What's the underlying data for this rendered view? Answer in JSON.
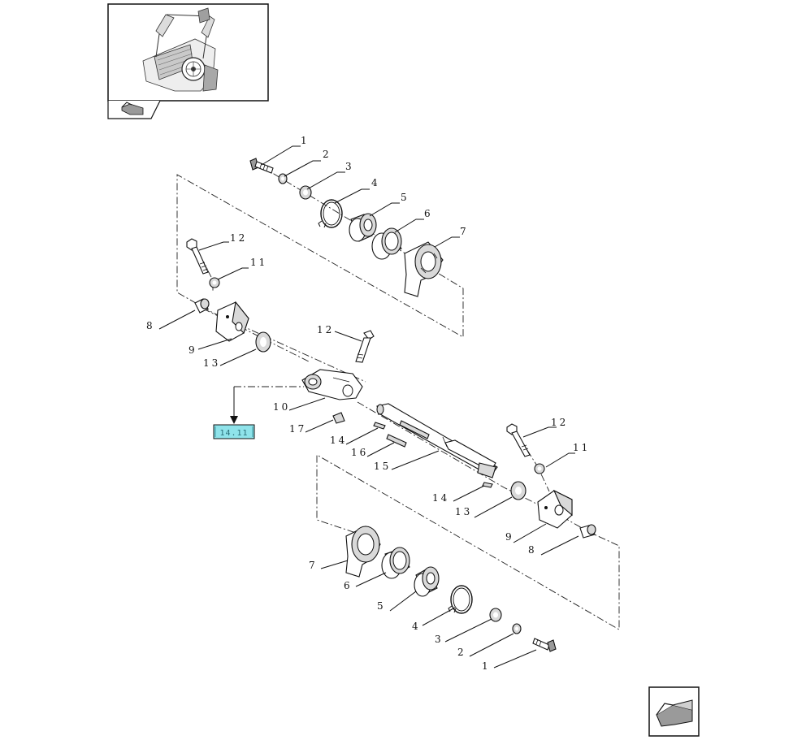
{
  "thumbnail": {
    "icon": "baler-assembly-thumbnail"
  },
  "navigation": {
    "back_icon": "arrow-back-icon",
    "next_icon": "arrow-forward-icon"
  },
  "reference": {
    "label": "14.11",
    "color": "#8fe3ea"
  },
  "callouts": {
    "top_1": "1",
    "top_2": "2",
    "top_3": "3",
    "top_4": "4",
    "top_5": "5",
    "top_6": "6",
    "top_7": "7",
    "left_12": "12",
    "left_11": "11",
    "left_8": "8",
    "left_9": "9",
    "left_13": "13",
    "mid_12": "12",
    "mid_10": "10",
    "mid_17": "17",
    "mid_14": "14",
    "mid_16": "16",
    "mid_15": "15",
    "right_12": "12",
    "right_11": "11",
    "right_14": "14",
    "right_13": "13",
    "right_9": "9",
    "right_8": "8",
    "bot_7": "7",
    "bot_6": "6",
    "bot_5": "5",
    "bot_4": "4",
    "bot_3": "3",
    "bot_2": "2",
    "bot_1": "1"
  }
}
